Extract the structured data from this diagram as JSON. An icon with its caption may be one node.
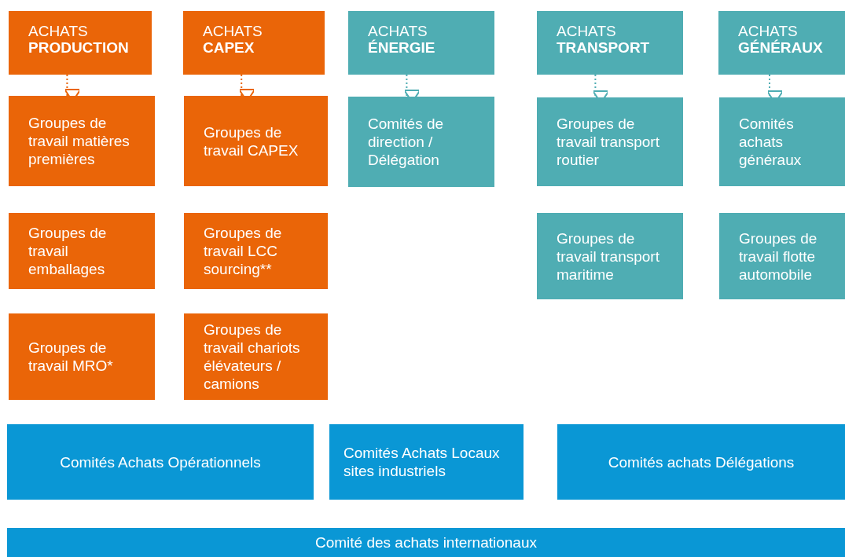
{
  "diagram": {
    "nodes": [
      {
        "text": [
          "ACHATS **PRODUCTION**"
        ]
      },
      {
        "text": [
          "ACHATS **CAPEX**"
        ]
      },
      {
        "text": [
          "ACHATS **ÉNERGIE**"
        ]
      },
      {
        "text": [
          "ACHATS **TRANSPORT**"
        ]
      },
      {
        "text": [
          "ACHATS **GÉNÉRAUX**"
        ]
      },
      {
        "text": [
          "Groupes de travail matières premières"
        ]
      },
      {
        "text": [
          "Groupes de travail CAPEX"
        ]
      },
      {
        "text": [
          "Comités de direction / Délégation"
        ]
      },
      {
        "text": [
          "Groupes de travail transport routier"
        ]
      },
      {
        "text": [
          "Comités achats généraux"
        ]
      },
      {
        "text": [
          "Groupes de travail emballages"
        ]
      },
      {
        "text": [
          "Groupes de travail LCC sourcing**"
        ]
      },
      {
        "text": [
          "Groupes de travail transport maritime"
        ]
      },
      {
        "text": [
          "Groupes de travail flotte automobile"
        ]
      },
      {
        "text": [
          "Groupes de travail MRO*"
        ]
      },
      {
        "text": [
          "Groupes de travail chariots élévateurs / camions"
        ]
      },
      {
        "text": [
          "Comités Achats Opérationnels"
        ]
      },
      {
        "text": [
          "Comités Achats Locaux sites industriels"
        ]
      },
      {
        "text": [
          "Comités achats Délégations"
        ]
      },
      {
        "text": [
          "Comité des achats internationaux"
        ]
      }
    ],
    "edges": [
      {
        "from": 0,
        "to": 5,
        "arrow": "to",
        "style": "dashed",
        "color": "#ea6508"
      },
      {
        "from": 1,
        "to": 6,
        "arrow": "to",
        "style": "dashed",
        "color": "#ea6508"
      },
      {
        "from": 2,
        "to": 7,
        "arrow": "to",
        "style": "dashed"
      },
      {
        "from": 3,
        "to": 8,
        "arrow": "to",
        "style": "dashed"
      },
      {
        "from": 4,
        "to": 9,
        "arrow": "to",
        "style": "dashed"
      }
    ]
  }
}
